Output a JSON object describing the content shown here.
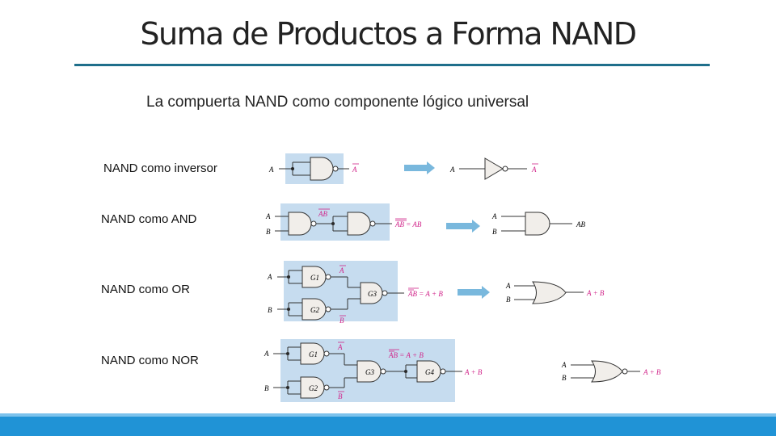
{
  "title": "Suma de Productos a Forma NAND",
  "subtitle": "La compuerta NAND como componente lógico universal",
  "rows": [
    {
      "label": "NAND como inversor"
    },
    {
      "label": "NAND como AND"
    },
    {
      "label": "NAND como OR"
    },
    {
      "label": "NAND como NOR"
    }
  ],
  "signals": {
    "a": "A",
    "b": "B",
    "a_bar": "A",
    "b_bar": "B",
    "ab_bar": "AB",
    "ab_dbl_bar_eq": "AB = AB",
    "ab": "AB",
    "ab_bar_eq_sum": "AB = A + B",
    "a_plus_b": "A + B",
    "g1": "G1",
    "g2": "G2",
    "g3": "G3",
    "g4": "G4"
  },
  "colors": {
    "title_rule": "#1f6f8b",
    "panel_fill": "#c6dcef",
    "gate_fill": "#f1eeea",
    "arrow": "#79b8dd",
    "label_magenta": "#d1258a",
    "footer": "#2093d6"
  },
  "icons": [
    "nand-gate-icon",
    "not-gate-icon",
    "and-gate-icon",
    "or-gate-icon",
    "nor-gate-icon",
    "arrow-right-icon"
  ]
}
